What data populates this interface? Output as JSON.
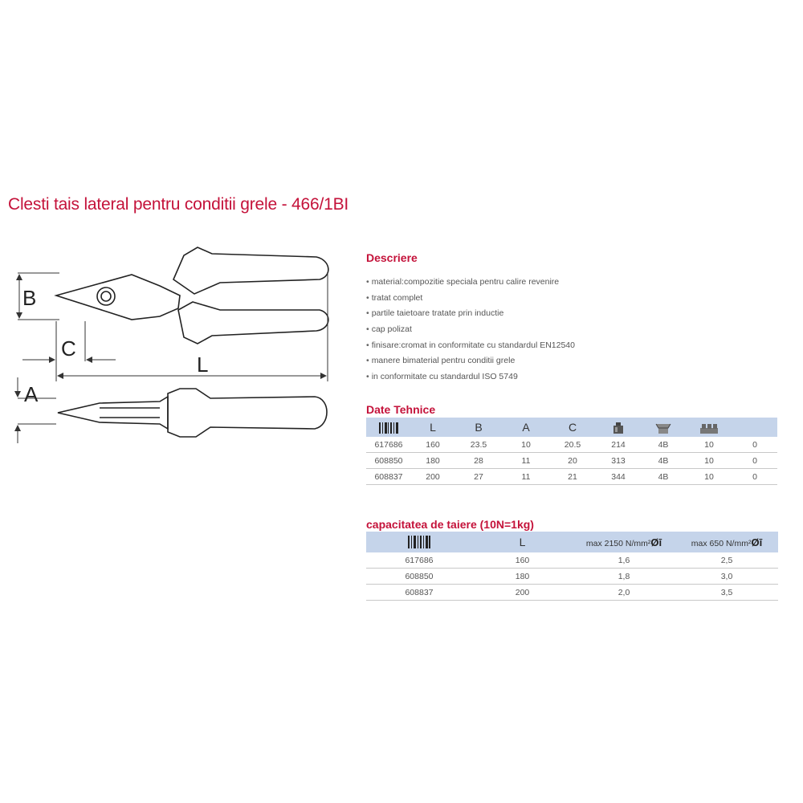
{
  "title": "Clesti tais lateral pentru conditii grele - 466/1BI",
  "drawing": {
    "dim_labels": {
      "b": "B",
      "c": "C",
      "l": "L",
      "a": "A"
    }
  },
  "description": {
    "heading": "Descriere",
    "items": [
      "material:compozitie speciala pentru calire revenire",
      "tratat complet",
      "partile taietoare tratate prin inductie",
      "cap polizat",
      "finisare:cromat in conformitate cu standardul EN12540",
      "manere bimaterial pentru conditii grele",
      "in conformitate cu standardul ISO 5749"
    ]
  },
  "tech": {
    "heading": "Date Tehnice",
    "columns": {
      "code": "barcode-icon",
      "l": "L",
      "b": "B",
      "a": "A",
      "c": "C",
      "weight": "weight-icon",
      "pack": "package-icon",
      "qty": "stack-icon",
      "last": ""
    },
    "rows": [
      [
        "617686",
        "160",
        "23.5",
        "10",
        "20.5",
        "214",
        "4B",
        "10",
        "0"
      ],
      [
        "608850",
        "180",
        "28",
        "11",
        "20",
        "313",
        "4B",
        "10",
        "0"
      ],
      [
        "608837",
        "200",
        "27",
        "11",
        "21",
        "344",
        "4B",
        "10",
        "0"
      ]
    ]
  },
  "capacity": {
    "heading": "capacitatea de taiere (10N=1kg)",
    "columns": {
      "code": "barcode-icon",
      "l": "L",
      "mat1": "max 2150 N/mm²",
      "mat2": "max 650 N/mm²",
      "phi": "Øī"
    },
    "rows": [
      [
        "617686",
        "160",
        "1,6",
        "2,5"
      ],
      [
        "608850",
        "180",
        "1,8",
        "3,0"
      ],
      [
        "608837",
        "200",
        "2,0",
        "3,5"
      ]
    ]
  },
  "colors": {
    "title": "#c4123a",
    "header_band": "#c5d4ea",
    "row_rule": "#c8c8c8"
  }
}
